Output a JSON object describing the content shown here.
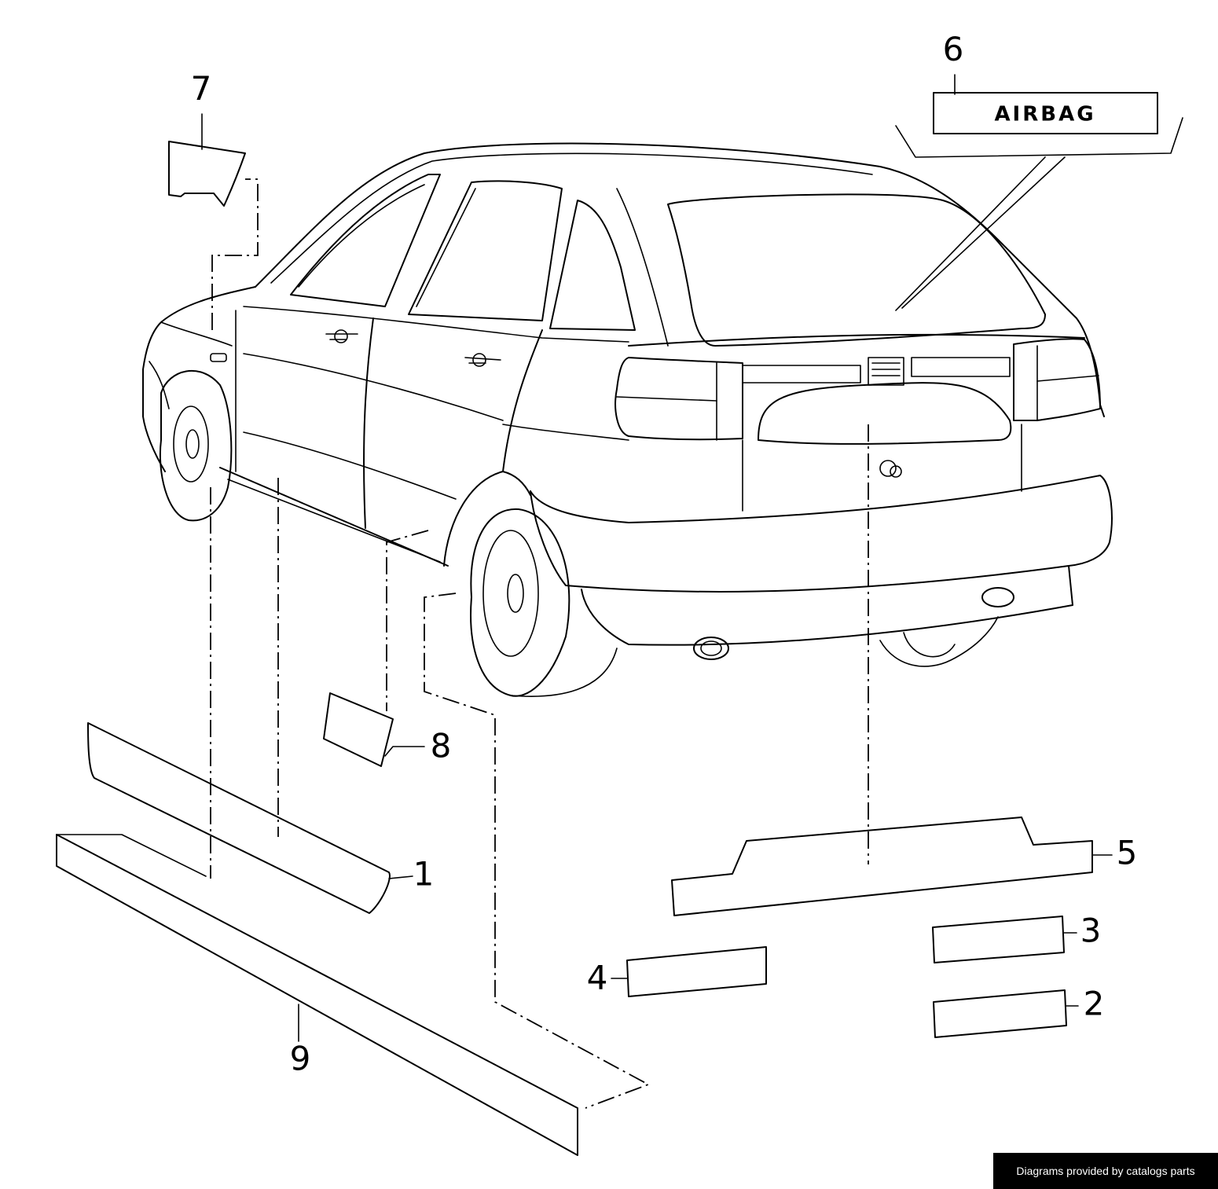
{
  "callouts": [
    {
      "id": "1",
      "label": "1"
    },
    {
      "id": "2",
      "label": "2"
    },
    {
      "id": "3",
      "label": "3"
    },
    {
      "id": "4",
      "label": "4"
    },
    {
      "id": "5",
      "label": "5"
    },
    {
      "id": "6",
      "label": "6"
    },
    {
      "id": "7",
      "label": "7"
    },
    {
      "id": "8",
      "label": "8"
    },
    {
      "id": "9",
      "label": "9"
    }
  ],
  "airbag_label": "AIRBAG",
  "footer": {
    "credit": "Diagrams provided by catalogs parts"
  }
}
